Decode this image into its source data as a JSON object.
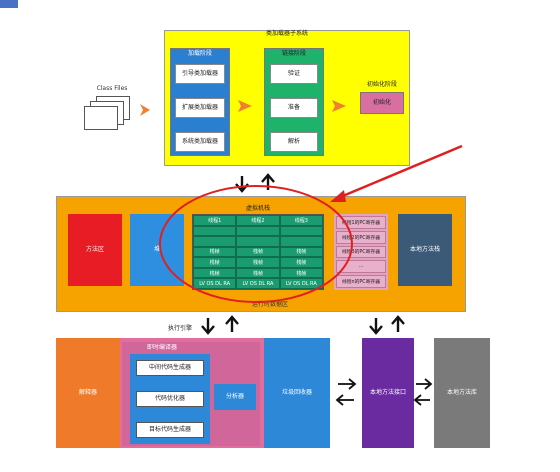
{
  "classloader": {
    "title": "类加载器子系统",
    "load_stage": {
      "title": "加载阶段",
      "items": [
        "引导类加载器",
        "扩展类加载器",
        "系统类加载器"
      ]
    },
    "link_stage": {
      "title": "链接阶段",
      "items": [
        "验证",
        "准备",
        "解析"
      ]
    },
    "init_stage": {
      "title": "初始化阶段",
      "box": "初始化"
    }
  },
  "class_files": "Class Files",
  "runtime": {
    "title": "运行时数据区",
    "method_area": "方法区",
    "heap": "堆",
    "stack": {
      "title": "虚拟机栈",
      "threads": [
        "线程1",
        "线程2",
        "线程3"
      ],
      "frame_label": "栈帧",
      "frame_detail": "LV OS DL RA"
    },
    "pc": {
      "rows": [
        "线程1的PC寄存器",
        "线程2的PC寄存器",
        "线程3的PC寄存器",
        "...",
        "线程n的PC寄存器"
      ]
    },
    "native_stack": "本地方法栈"
  },
  "exec": {
    "title": "执行引擎",
    "interpreter": "解释器",
    "jit": {
      "title": "即时编译器",
      "steps": [
        "中间代码生成器",
        "代码优化器",
        "目标代码生成器"
      ],
      "analyzer": "分析器"
    },
    "gc": "垃圾回收器"
  },
  "native_iface": "本地方法接口",
  "native_lib": "本地方法库",
  "colors": {
    "highlight": "#e02020",
    "classloader_bg": "#ffff00",
    "runtime_bg": "#f6a300"
  }
}
